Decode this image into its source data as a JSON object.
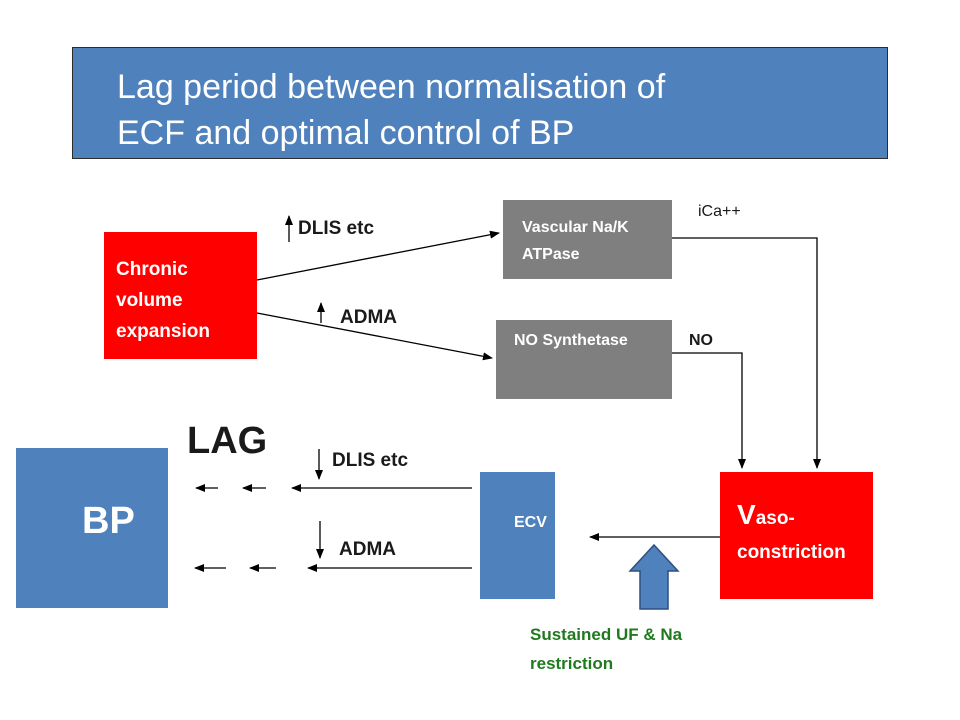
{
  "title": {
    "line1": "Lag period between normalisation of",
    "line2": "ECF and optimal control of BP"
  },
  "nodes": {
    "chronic": [
      "Chronic",
      "volume",
      "expansion"
    ],
    "vascular": [
      "Vascular Na/K",
      "ATPase"
    ],
    "no_synthetase": "NO Synthetase",
    "vaso_v": "V",
    "vaso_rest": "aso-",
    "vaso_line2": "constriction",
    "ecv": "ECV",
    "bp": "BP"
  },
  "labels": {
    "dlis_top": "DLIS etc",
    "adma_top": "ADMA",
    "ica": "iCa++",
    "no": "NO",
    "lag": "LAG",
    "dlis_bottom": "DLIS etc",
    "adma_bottom": "ADMA",
    "sustained": [
      "Sustained UF & Na",
      "restriction"
    ]
  },
  "colors": {
    "title_bg": "#4f81bd",
    "red": "#ff0000",
    "grey": "#7f7f7f",
    "blue": "#4f81bd",
    "green_text": "#1f7a1f"
  }
}
